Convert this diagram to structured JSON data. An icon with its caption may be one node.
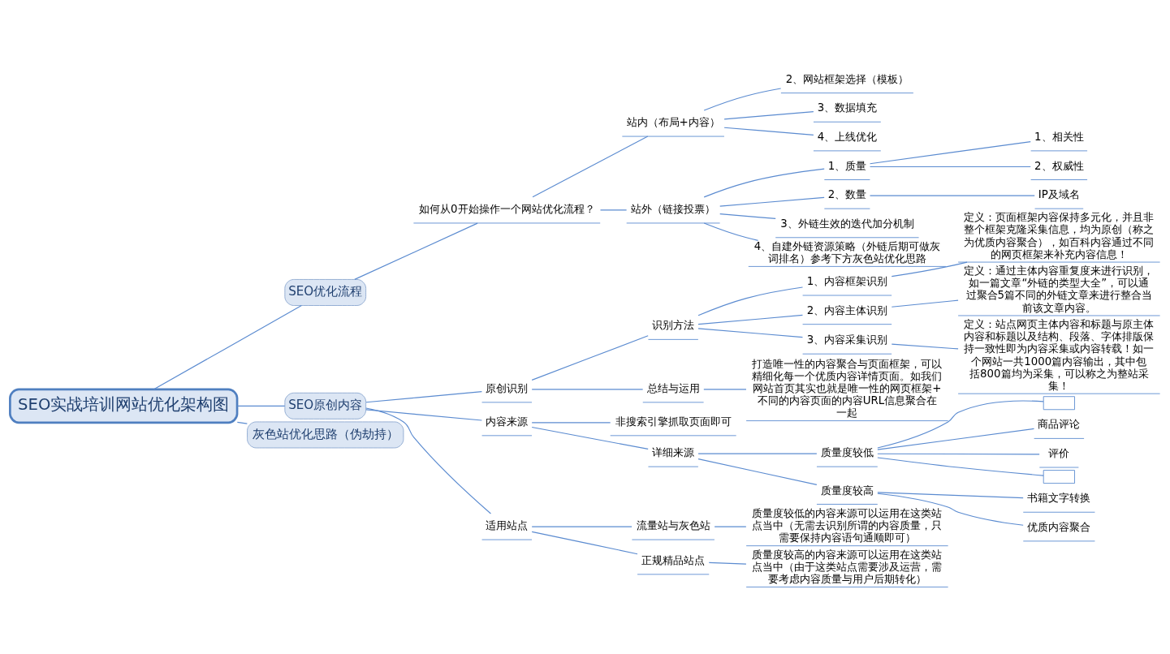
{
  "diagram": {
    "nodes": [
      {
        "text": [
          "SEO实战培训网站优化架构图"
        ]
      },
      {
        "text": [
          "SEO优化流程"
        ]
      },
      {
        "text": [
          "如何从0开始操作一个网站优化流程？"
        ]
      },
      {
        "text": [
          "站内（布局+内容）"
        ]
      },
      {
        "text": [
          "2、网站框架选择（模板）"
        ]
      },
      {
        "text": [
          "3、数据填充"
        ]
      },
      {
        "text": [
          "4、上线优化"
        ]
      },
      {
        "text": [
          "站外（链接投票）"
        ]
      },
      {
        "text": [
          "1、质量"
        ]
      },
      {
        "text": [
          "1、相关性"
        ]
      },
      {
        "text": [
          "2、权威性"
        ]
      },
      {
        "text": [
          "2、数量"
        ]
      },
      {
        "text": [
          "IP及域名"
        ]
      },
      {
        "text": [
          "3、外链生效的迭代加分机制"
        ]
      },
      {
        "text": [
          "4、自建外链资源策略（外链后期可做灰词排名）参考下方灰色站优化思路"
        ]
      },
      {
        "text": [
          "SEO原创内容"
        ]
      },
      {
        "text": [
          "原创识别"
        ]
      },
      {
        "text": [
          "识别方法"
        ]
      },
      {
        "text": [
          "1、内容框架识别"
        ]
      },
      {
        "text": [
          "定义：页面框架内容保持多元化，并且非整个框架克隆采集信息，均为原创（称之为优质内容聚合），如百科内容通过不同的网页框架来补充内容信息！"
        ]
      },
      {
        "text": [
          "2、内容主体识别"
        ]
      },
      {
        "text": [
          "定义：通过主体内容重复度来进行识别，如一篇文章“外链的类型大全”，可以通过聚合5篇不同的外链文章来进行整合当前该文章内容。"
        ]
      },
      {
        "text": [
          "3、内容采集识别"
        ]
      },
      {
        "text": [
          "定义：站点网页主体内容和标题与原主体内容和标题以及结构、段落、字体排版保持一致性即为内容采集或内容转载！如一个网站一共1000篇内容输出，其中包括800篇均为采集，可以称之为整站采集！"
        ]
      },
      {
        "text": [
          "总结与运用"
        ]
      },
      {
        "text": [
          "打造唯一性的内容聚合与页面框架，可以精细化每一个优质内容详情页面。如我们网站首页其实也就是唯一性的网页框架+不同的内容页面的内容URL信息聚合在一起"
        ]
      },
      {
        "text": [
          "内容来源"
        ]
      },
      {
        "text": [
          "非搜索引擎抓取页面即可"
        ]
      },
      {
        "text": [
          "详细来源"
        ]
      },
      {
        "text": [
          "质量度较低"
        ]
      },
      {
        "text": [],
        "shape": "box"
      },
      {
        "text": [
          "商品评论"
        ]
      },
      {
        "text": [
          "评价"
        ]
      },
      {
        "text": [],
        "shape": "box"
      },
      {
        "text": [
          "质量度较高"
        ]
      },
      {
        "text": [
          "书籍文字转换"
        ]
      },
      {
        "text": [
          "优质内容聚合"
        ]
      },
      {
        "text": [
          "适用站点"
        ]
      },
      {
        "text": [
          "流量站与灰色站"
        ]
      },
      {
        "text": [
          "质量度较低的内容来源可以运用在这类站点当中（无需去识别所谓的内容质量，只需要保持内容语句通顺即可）"
        ]
      },
      {
        "text": [
          "正规精品站点"
        ]
      },
      {
        "text": [
          "质量度较高的内容来源可以运用在这类站点当中（由于这类站点需要涉及运营，需要考虑内容质量与用户后期转化）"
        ]
      },
      {
        "text": [
          "灰色站优化思路（伪劫持）"
        ]
      }
    ],
    "edges": [
      {
        "from": 0,
        "to": 1,
        "arrow": "none"
      },
      {
        "from": 1,
        "to": 2,
        "arrow": "none"
      },
      {
        "from": 2,
        "to": 3,
        "arrow": "none"
      },
      {
        "from": 3,
        "to": 4,
        "arrow": "none"
      },
      {
        "from": 3,
        "to": 5,
        "arrow": "none"
      },
      {
        "from": 3,
        "to": 6,
        "arrow": "none"
      },
      {
        "from": 2,
        "to": 7,
        "arrow": "none"
      },
      {
        "from": 7,
        "to": 8,
        "arrow": "none"
      },
      {
        "from": 8,
        "to": 9,
        "arrow": "none"
      },
      {
        "from": 8,
        "to": 10,
        "arrow": "none"
      },
      {
        "from": 7,
        "to": 11,
        "arrow": "none"
      },
      {
        "from": 11,
        "to": 12,
        "arrow": "none"
      },
      {
        "from": 7,
        "to": 13,
        "arrow": "none"
      },
      {
        "from": 7,
        "to": 14,
        "arrow": "none"
      },
      {
        "from": 0,
        "to": 15,
        "arrow": "none"
      },
      {
        "from": 15,
        "to": 16,
        "arrow": "none"
      },
      {
        "from": 16,
        "to": 17,
        "arrow": "none"
      },
      {
        "from": 17,
        "to": 18,
        "arrow": "none"
      },
      {
        "from": 18,
        "to": 19,
        "arrow": "none"
      },
      {
        "from": 17,
        "to": 20,
        "arrow": "none"
      },
      {
        "from": 20,
        "to": 21,
        "arrow": "none"
      },
      {
        "from": 17,
        "to": 22,
        "arrow": "none"
      },
      {
        "from": 22,
        "to": 23,
        "arrow": "none"
      },
      {
        "from": 16,
        "to": 24,
        "arrow": "none"
      },
      {
        "from": 24,
        "to": 25,
        "arrow": "none"
      },
      {
        "from": 15,
        "to": 26,
        "arrow": "none"
      },
      {
        "from": 26,
        "to": 27,
        "arrow": "none"
      },
      {
        "from": 26,
        "to": 28,
        "arrow": "none"
      },
      {
        "from": 28,
        "to": 29,
        "arrow": "none"
      },
      {
        "from": 29,
        "to": 30,
        "arrow": "none"
      },
      {
        "from": 29,
        "to": 31,
        "arrow": "none"
      },
      {
        "from": 29,
        "to": 32,
        "arrow": "none"
      },
      {
        "from": 29,
        "to": 33,
        "arrow": "none"
      },
      {
        "from": 28,
        "to": 34,
        "arrow": "none"
      },
      {
        "from": 34,
        "to": 35,
        "arrow": "none"
      },
      {
        "from": 34,
        "to": 36,
        "arrow": "none"
      },
      {
        "from": 15,
        "to": 37,
        "arrow": "none"
      },
      {
        "from": 37,
        "to": 38,
        "arrow": "none"
      },
      {
        "from": 38,
        "to": 39,
        "arrow": "none"
      },
      {
        "from": 37,
        "to": 40,
        "arrow": "none"
      },
      {
        "from": 40,
        "to": 41,
        "arrow": "none"
      },
      {
        "from": 0,
        "to": 42,
        "arrow": "none"
      }
    ]
  }
}
